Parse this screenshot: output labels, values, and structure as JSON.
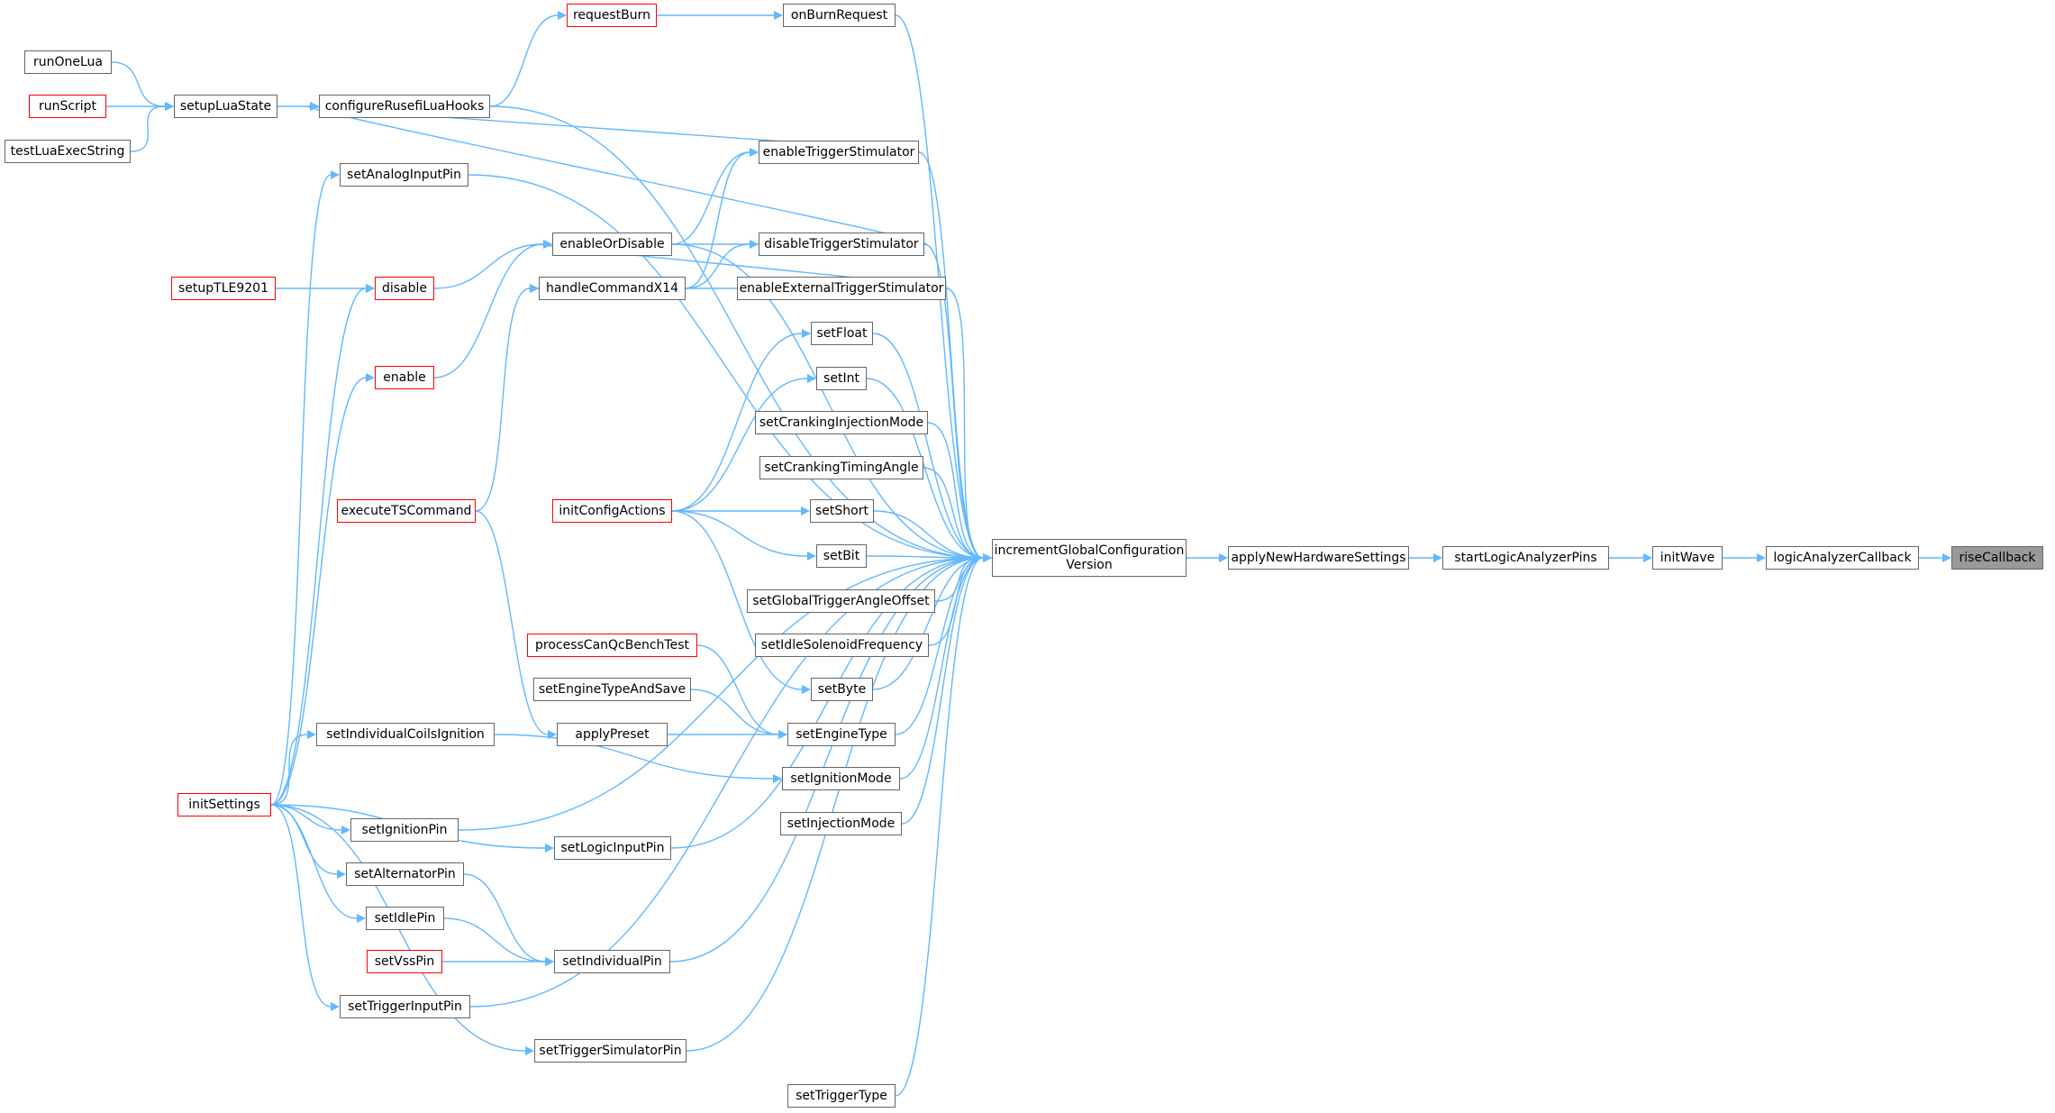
{
  "colors": {
    "edge": "#63b8ff",
    "border": "#666666",
    "truncated": "#ff0000",
    "current_fill": "#999999"
  },
  "nodes": [
    {
      "id": "riseCallback",
      "label": "riseCallback",
      "style": "current"
    },
    {
      "id": "logicAnalyzerCallback",
      "label": "logicAnalyzerCallback"
    },
    {
      "id": "initWave",
      "label": "initWave"
    },
    {
      "id": "startLogicAnalyzerPins",
      "label": "startLogicAnalyzerPins"
    },
    {
      "id": "applyNewHardwareSettings",
      "label": "applyNewHardwareSettings"
    },
    {
      "id": "incrementGlobalConfigurationVersion",
      "label": "incrementGlobalConfiguration",
      "label2": "Version"
    },
    {
      "id": "onBurnRequest",
      "label": "onBurnRequest"
    },
    {
      "id": "requestBurn",
      "label": "requestBurn",
      "style": "red"
    },
    {
      "id": "configureRusefiLuaHooks",
      "label": "configureRusefiLuaHooks"
    },
    {
      "id": "setupLuaState",
      "label": "setupLuaState"
    },
    {
      "id": "runOneLua",
      "label": "runOneLua"
    },
    {
      "id": "runScript",
      "label": "runScript",
      "style": "red"
    },
    {
      "id": "testLuaExecString",
      "label": "testLuaExecString"
    },
    {
      "id": "enableTriggerStimulator",
      "label": "enableTriggerStimulator"
    },
    {
      "id": "setAnalogInputPin",
      "label": "setAnalogInputPin"
    },
    {
      "id": "enableOrDisable",
      "label": "enableOrDisable"
    },
    {
      "id": "disableTriggerStimulator",
      "label": "disableTriggerStimulator"
    },
    {
      "id": "handleCommandX14",
      "label": "handleCommandX14"
    },
    {
      "id": "enableExternalTriggerStimulator",
      "label": "enableExternalTriggerStimulator"
    },
    {
      "id": "disable",
      "label": "disable",
      "style": "red"
    },
    {
      "id": "setupTLE9201",
      "label": "setupTLE9201",
      "style": "red"
    },
    {
      "id": "enable",
      "label": "enable",
      "style": "red"
    },
    {
      "id": "executeTSCommand",
      "label": "executeTSCommand",
      "style": "red"
    },
    {
      "id": "setFloat",
      "label": "setFloat"
    },
    {
      "id": "setInt",
      "label": "setInt"
    },
    {
      "id": "setCrankingInjectionMode",
      "label": "setCrankingInjectionMode"
    },
    {
      "id": "setCrankingTimingAngle",
      "label": "setCrankingTimingAngle"
    },
    {
      "id": "initConfigActions",
      "label": "initConfigActions",
      "style": "red"
    },
    {
      "id": "setShort",
      "label": "setShort"
    },
    {
      "id": "setBit",
      "label": "setBit"
    },
    {
      "id": "setGlobalTriggerAngleOffset",
      "label": "setGlobalTriggerAngleOffset"
    },
    {
      "id": "setIdleSolenoidFrequency",
      "label": "setIdleSolenoidFrequency"
    },
    {
      "id": "processCanQcBenchTest",
      "label": "processCanQcBenchTest",
      "style": "red"
    },
    {
      "id": "setByte",
      "label": "setByte"
    },
    {
      "id": "setEngineTypeAndSave",
      "label": "setEngineTypeAndSave"
    },
    {
      "id": "setEngineType",
      "label": "setEngineType"
    },
    {
      "id": "applyPreset",
      "label": "applyPreset"
    },
    {
      "id": "setIndividualCoilsIgnition",
      "label": "setIndividualCoilsIgnition"
    },
    {
      "id": "setIgnitionMode",
      "label": "setIgnitionMode"
    },
    {
      "id": "initSettings",
      "label": "initSettings",
      "style": "red"
    },
    {
      "id": "setInjectionMode",
      "label": "setInjectionMode"
    },
    {
      "id": "setIgnitionPin",
      "label": "setIgnitionPin"
    },
    {
      "id": "setLogicInputPin",
      "label": "setLogicInputPin"
    },
    {
      "id": "setAlternatorPin",
      "label": "setAlternatorPin"
    },
    {
      "id": "setIdlePin",
      "label": "setIdlePin"
    },
    {
      "id": "setVssPin",
      "label": "setVssPin",
      "style": "red"
    },
    {
      "id": "setIndividualPin",
      "label": "setIndividualPin"
    },
    {
      "id": "setTriggerInputPin",
      "label": "setTriggerInputPin"
    },
    {
      "id": "setTriggerSimulatorPin",
      "label": "setTriggerSimulatorPin"
    },
    {
      "id": "setTriggerType",
      "label": "setTriggerType"
    }
  ],
  "edges": [
    [
      "logicAnalyzerCallback",
      "riseCallback"
    ],
    [
      "initWave",
      "logicAnalyzerCallback"
    ],
    [
      "startLogicAnalyzerPins",
      "initWave"
    ],
    [
      "applyNewHardwareSettings",
      "startLogicAnalyzerPins"
    ],
    [
      "incrementGlobalConfigurationVersion",
      "applyNewHardwareSettings"
    ],
    [
      "onBurnRequest",
      "incrementGlobalConfigurationVersion"
    ],
    [
      "requestBurn",
      "onBurnRequest"
    ],
    [
      "configureRusefiLuaHooks",
      "requestBurn"
    ],
    [
      "configureRusefiLuaHooks",
      "incrementGlobalConfigurationVersion"
    ],
    [
      "setupLuaState",
      "configureRusefiLuaHooks"
    ],
    [
      "runOneLua",
      "setupLuaState"
    ],
    [
      "runScript",
      "setupLuaState"
    ],
    [
      "testLuaExecString",
      "setupLuaState"
    ],
    [
      "enableTriggerStimulator",
      "configureRusefiLuaHooks"
    ],
    [
      "enableTriggerStimulator",
      "incrementGlobalConfigurationVersion"
    ],
    [
      "setAnalogInputPin",
      "incrementGlobalConfigurationVersion"
    ],
    [
      "initSettings",
      "setAnalogInputPin"
    ],
    [
      "enableOrDisable",
      "enableTriggerStimulator"
    ],
    [
      "enableOrDisable",
      "incrementGlobalConfigurationVersion"
    ],
    [
      "disableTriggerStimulator",
      "configureRusefiLuaHooks"
    ],
    [
      "disableTriggerStimulator",
      "enableOrDisable"
    ],
    [
      "disableTriggerStimulator",
      "incrementGlobalConfigurationVersion"
    ],
    [
      "handleCommandX14",
      "enableTriggerStimulator"
    ],
    [
      "handleCommandX14",
      "disableTriggerStimulator"
    ],
    [
      "enableExternalTriggerStimulator",
      "enableOrDisable"
    ],
    [
      "enableExternalTriggerStimulator",
      "handleCommandX14"
    ],
    [
      "enableExternalTriggerStimulator",
      "incrementGlobalConfigurationVersion"
    ],
    [
      "disable",
      "enableOrDisable"
    ],
    [
      "setupTLE9201",
      "disable"
    ],
    [
      "initSettings",
      "disable"
    ],
    [
      "enable",
      "enableOrDisable"
    ],
    [
      "initSettings",
      "enable"
    ],
    [
      "executeTSCommand",
      "handleCommandX14"
    ],
    [
      "setFloat",
      "incrementGlobalConfigurationVersion"
    ],
    [
      "initConfigActions",
      "setFloat"
    ],
    [
      "setInt",
      "incrementGlobalConfigurationVersion"
    ],
    [
      "initConfigActions",
      "setInt"
    ],
    [
      "setCrankingInjectionMode",
      "incrementGlobalConfigurationVersion"
    ],
    [
      "setCrankingTimingAngle",
      "incrementGlobalConfigurationVersion"
    ],
    [
      "setShort",
      "incrementGlobalConfigurationVersion"
    ],
    [
      "initConfigActions",
      "setShort"
    ],
    [
      "setBit",
      "incrementGlobalConfigurationVersion"
    ],
    [
      "initConfigActions",
      "setBit"
    ],
    [
      "setGlobalTriggerAngleOffset",
      "incrementGlobalConfigurationVersion"
    ],
    [
      "setIdleSolenoidFrequency",
      "incrementGlobalConfigurationVersion"
    ],
    [
      "setByte",
      "incrementGlobalConfigurationVersion"
    ],
    [
      "initConfigActions",
      "setByte"
    ],
    [
      "setEngineType",
      "incrementGlobalConfigurationVersion"
    ],
    [
      "processCanQcBenchTest",
      "setEngineType"
    ],
    [
      "setEngineTypeAndSave",
      "setEngineType"
    ],
    [
      "applyPreset",
      "setEngineType"
    ],
    [
      "executeTSCommand",
      "applyPreset"
    ],
    [
      "setIgnitionMode",
      "incrementGlobalConfigurationVersion"
    ],
    [
      "setIndividualCoilsIgnition",
      "setIgnitionMode"
    ],
    [
      "initSettings",
      "setIndividualCoilsIgnition"
    ],
    [
      "setInjectionMode",
      "incrementGlobalConfigurationVersion"
    ],
    [
      "setLogicInputPin",
      "incrementGlobalConfigurationVersion"
    ],
    [
      "initSettings",
      "setLogicInputPin"
    ],
    [
      "setIgnitionPin",
      "incrementGlobalConfigurationVersion"
    ],
    [
      "initSettings",
      "setIgnitionPin"
    ],
    [
      "setIndividualPin",
      "incrementGlobalConfigurationVersion"
    ],
    [
      "setAlternatorPin",
      "setIndividualPin"
    ],
    [
      "initSettings",
      "setAlternatorPin"
    ],
    [
      "setIdlePin",
      "setIndividualPin"
    ],
    [
      "initSettings",
      "setIdlePin"
    ],
    [
      "setVssPin",
      "setIndividualPin"
    ],
    [
      "setTriggerInputPin",
      "incrementGlobalConfigurationVersion"
    ],
    [
      "initSettings",
      "setTriggerInputPin"
    ],
    [
      "setTriggerSimulatorPin",
      "incrementGlobalConfigurationVersion"
    ],
    [
      "initSettings",
      "setTriggerSimulatorPin"
    ],
    [
      "setTriggerType",
      "incrementGlobalConfigurationVersion"
    ]
  ]
}
